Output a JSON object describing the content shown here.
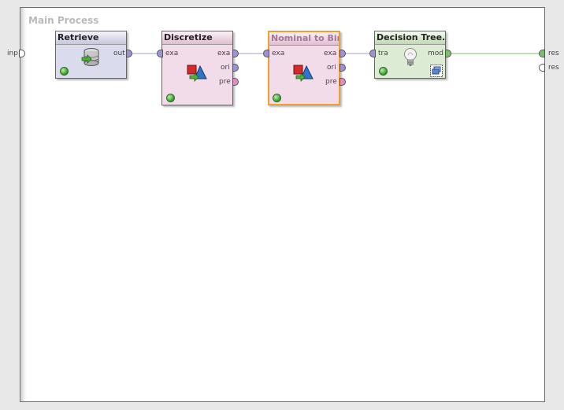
{
  "process": {
    "title": "Main Process"
  },
  "outer_ports": {
    "input": "inp",
    "result1": "res",
    "result2": "res"
  },
  "operators": {
    "retrieve": {
      "title": "Retrieve",
      "out": "out",
      "icon": "database-icon"
    },
    "discretize": {
      "title": "Discretize",
      "in": "exa",
      "out1": "exa",
      "out2": "ori",
      "out3": "pre",
      "icon": "shapes-transform-icon"
    },
    "nominal": {
      "title": "Nominal to Bin...",
      "in": "exa",
      "out1": "exa",
      "out2": "ori",
      "out3": "pre",
      "icon": "shapes-transform-icon"
    },
    "tree": {
      "title": "Decision Tree...",
      "in": "tra",
      "out": "mod",
      "icon": "lightbulb-icon"
    }
  },
  "colors": {
    "example_port": "#9d92d6",
    "preprocessing_port": "#e08ec0",
    "model_port": "#7cbf6a",
    "selected_border": "#f0a030"
  }
}
